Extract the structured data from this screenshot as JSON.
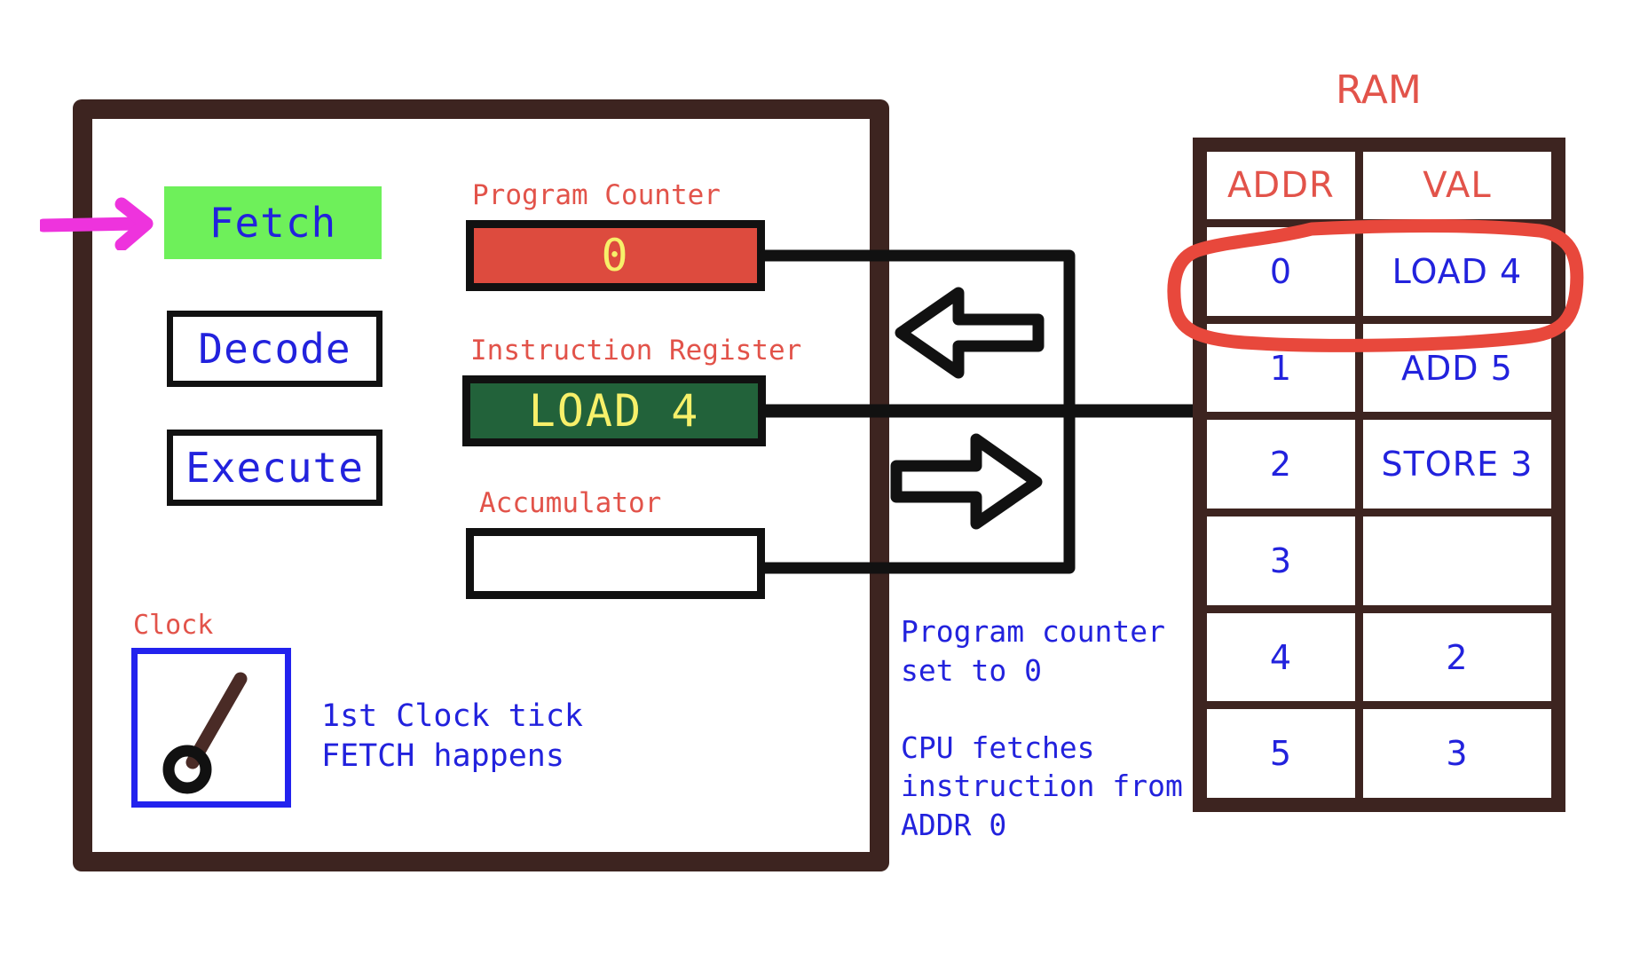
{
  "diagram": {
    "title": "CPU fetch-decode-execute cycle with RAM",
    "colors": {
      "cpu_border": "#3d2420",
      "stage_active_bg": "#6ef05a",
      "stage_text": "#2222dd",
      "register_label": "#e2534a",
      "pc_bg": "#dd4b3e",
      "ir_bg": "#22623a",
      "register_value": "#f7f06a",
      "clock_border": "#2222ee",
      "pointer_arrow": "#ee33dd",
      "annotation_circle": "#e8483c",
      "ram_border": "#3d2420",
      "ram_value": "#2222dd",
      "ram_header": "#e2534a"
    }
  },
  "cpu": {
    "stages": [
      {
        "label": "Fetch",
        "active": true
      },
      {
        "label": "Decode",
        "active": false
      },
      {
        "label": "Execute",
        "active": false
      }
    ],
    "registers": [
      {
        "label": "Program Counter",
        "value": "0"
      },
      {
        "label": "Instruction Register",
        "value": "LOAD 4"
      },
      {
        "label": "Accumulator",
        "value": ""
      }
    ],
    "clock": {
      "label": "Clock",
      "note": "1st Clock tick\nFETCH happens"
    }
  },
  "bus": {
    "notes": "Program counter\nset to 0\n\nCPU fetches\ninstruction from\nADDR 0",
    "arrow_left": "read-arrow",
    "arrow_right": "write-arrow"
  },
  "ram": {
    "title": "RAM",
    "columns": [
      "ADDR",
      "VAL"
    ],
    "rows": [
      {
        "addr": "0",
        "val": "LOAD 4",
        "highlighted": true
      },
      {
        "addr": "1",
        "val": "ADD 5",
        "highlighted": false
      },
      {
        "addr": "2",
        "val": "STORE 3",
        "highlighted": false
      },
      {
        "addr": "3",
        "val": "",
        "highlighted": false
      },
      {
        "addr": "4",
        "val": "2",
        "highlighted": false
      },
      {
        "addr": "5",
        "val": "3",
        "highlighted": false
      }
    ]
  }
}
